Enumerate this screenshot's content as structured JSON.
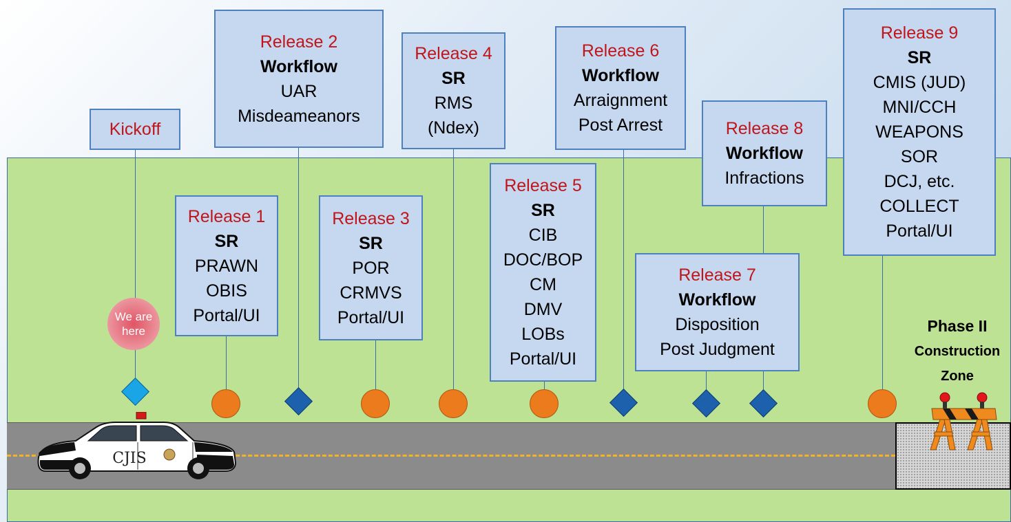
{
  "kickoff": {
    "label": "Kickoff"
  },
  "releases": [
    {
      "title": "Release 1",
      "type": "SR",
      "items": [
        "PRAWN",
        "OBIS",
        "Portal/UI"
      ],
      "marker": "circle"
    },
    {
      "title": "Release 2",
      "type": "Workflow",
      "items": [
        "UAR",
        "Misdeameanors"
      ],
      "marker": "diamond"
    },
    {
      "title": "Release 3",
      "type": "SR",
      "items": [
        "POR",
        "CRMVS",
        "Portal/UI"
      ],
      "marker": "circle"
    },
    {
      "title": "Release 4",
      "type": "SR",
      "items": [
        "RMS",
        "(Ndex)"
      ],
      "marker": "circle"
    },
    {
      "title": "Release 5",
      "type": "SR",
      "items": [
        "CIB",
        "DOC/BOP",
        "CM",
        "DMV",
        "LOBs",
        "Portal/UI"
      ],
      "marker": "circle"
    },
    {
      "title": "Release 6",
      "type": "Workflow",
      "items": [
        "Arraignment",
        "Post Arrest"
      ],
      "marker": "diamond"
    },
    {
      "title": "Release 7",
      "type": "Workflow",
      "items": [
        "Disposition",
        "Post Judgment"
      ],
      "marker": "diamond"
    },
    {
      "title": "Release 8",
      "type": "Workflow",
      "items": [
        "Infractions"
      ],
      "marker": "diamond"
    },
    {
      "title": "Release 9",
      "type": "SR",
      "items": [
        "CMIS (JUD)",
        "MNI/CCH",
        "WEAPONS",
        "SOR",
        "DCJ, etc.",
        "COLLECT",
        "Portal/UI"
      ],
      "marker": "circle"
    }
  ],
  "we_are_here": {
    "line1": "We are",
    "line2": "here"
  },
  "car": {
    "label": "CJIS"
  },
  "construction": {
    "line1": "Phase II",
    "line2": "Construction",
    "line3": "Zone"
  },
  "colors": {
    "release_title": "#c0161b",
    "box_fill": "#c5d8ef",
    "box_border": "#4f80be",
    "field": "#bde293",
    "road": "#8b8b8b",
    "lane_marking": "#f2b427",
    "circle_marker": "#eb7b1c",
    "diamond_marker": "#1d61ad",
    "current_marker": "#1aa6e6"
  },
  "icons": {
    "sr_marker": "orange-circle",
    "workflow_marker": "blue-diamond",
    "current_marker": "light-blue-diamond"
  }
}
